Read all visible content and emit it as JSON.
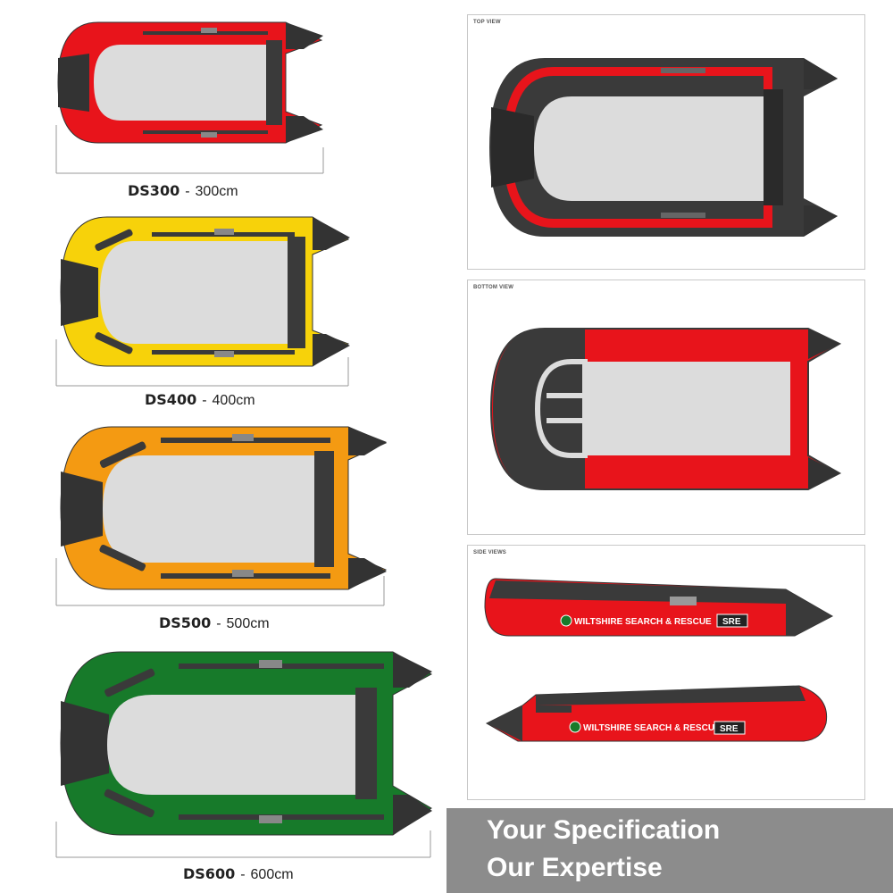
{
  "models": [
    {
      "name": "DS300",
      "length": "300cm",
      "color": "#e8141b"
    },
    {
      "name": "DS400",
      "length": "400cm",
      "color": "#f7d20a"
    },
    {
      "name": "DS500",
      "length": "500cm",
      "color": "#f49a12"
    },
    {
      "name": "DS600",
      "length": "600cm",
      "color": "#177a2a"
    }
  ],
  "separator": "-",
  "panels": {
    "top": {
      "label": "TOP VIEW"
    },
    "bottom": {
      "label": "BOTTOM VIEW"
    },
    "side": {
      "label": "SIDE VIEWS"
    }
  },
  "branding": {
    "text": "WILTSHIRE SEARCH & RESCUE",
    "logo": "SRE"
  },
  "banner": {
    "line1": "Your Specification",
    "line2": "Our Expertise"
  },
  "colors": {
    "tube_red": "#e8141b",
    "dark_grey": "#3a3a3a",
    "floor_grey": "#dcdcdc",
    "banner_bg": "#8c8c8c"
  }
}
